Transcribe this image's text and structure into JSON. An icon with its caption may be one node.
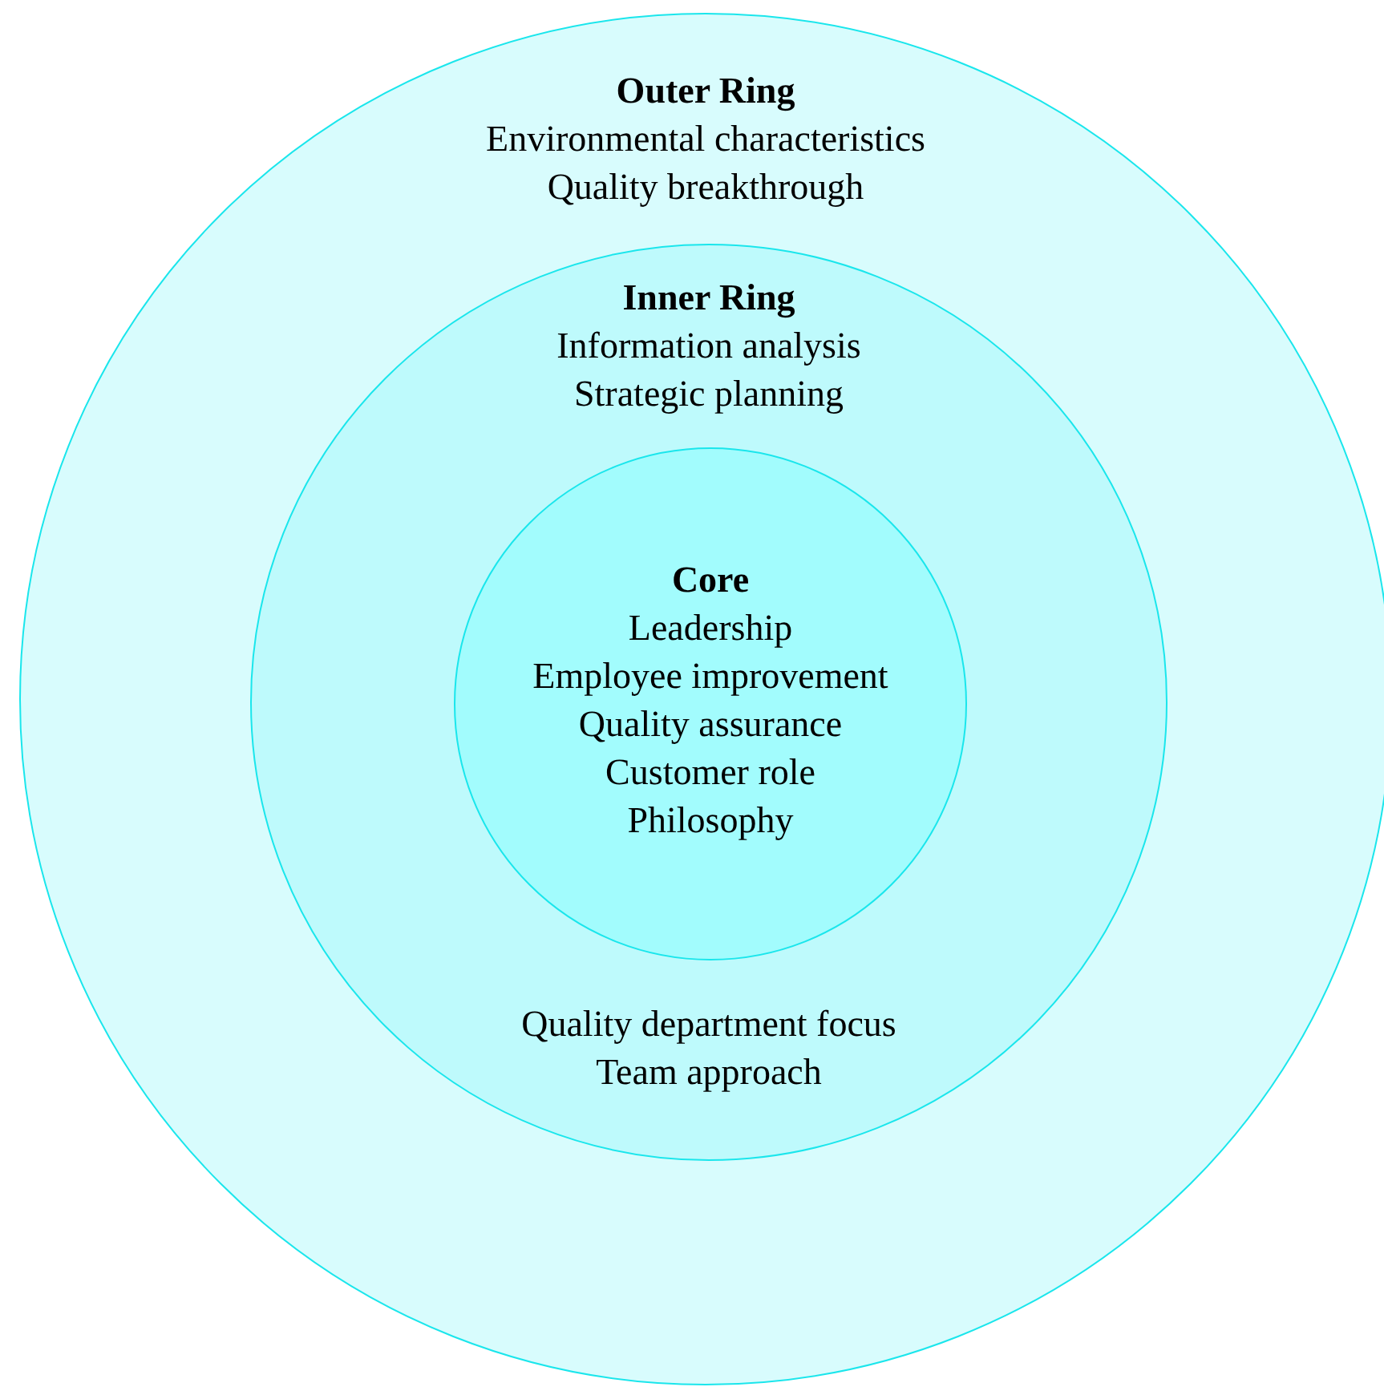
{
  "diagram": {
    "nodes": [
      {
        "text": [
          "Outer Ring",
          "Environmental characteristics",
          "Quality breakthrough"
        ]
      },
      {
        "text": [
          "Inner Ring",
          "Information analysis",
          "Strategic planning",
          "Quality department focus",
          "Team approach"
        ],
        "in": 0
      },
      {
        "text": [
          "Core",
          "Leadership",
          "Employee improvement",
          "Quality assurance",
          "Customer role",
          "Philosophy"
        ],
        "in": 1
      }
    ]
  }
}
